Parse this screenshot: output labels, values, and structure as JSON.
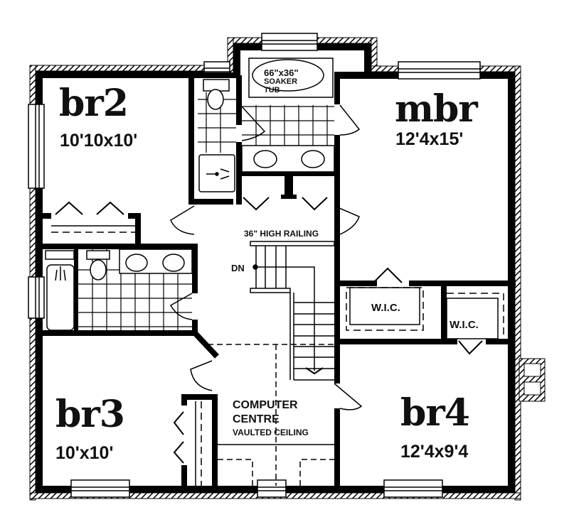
{
  "plan": {
    "rooms": {
      "br2": {
        "name": "br2",
        "dimensions": "10'10x10'"
      },
      "mbr": {
        "name": "mbr",
        "dimensions": "12'4x15'"
      },
      "br3": {
        "name": "br3",
        "dimensions": "10'x10'"
      },
      "br4": {
        "name": "br4",
        "dimensions": "12'4x9'4"
      }
    },
    "fixtures": {
      "soaker_tub": {
        "line1": "66\"x36\"",
        "line2": "SOAKER",
        "line3": "TUB"
      }
    },
    "stair": {
      "railing_label": "36\" HIGH RAILING",
      "direction_label": "DN"
    },
    "closets": {
      "wic_mbr": "W.I.C.",
      "wic_br4": "W.I.C."
    },
    "computer_centre": {
      "line1": "COMPUTER",
      "line2": "CENTRE",
      "note": "VAULTED CEILING"
    },
    "colors": {
      "wall": "#000000",
      "background": "#ffffff"
    }
  }
}
